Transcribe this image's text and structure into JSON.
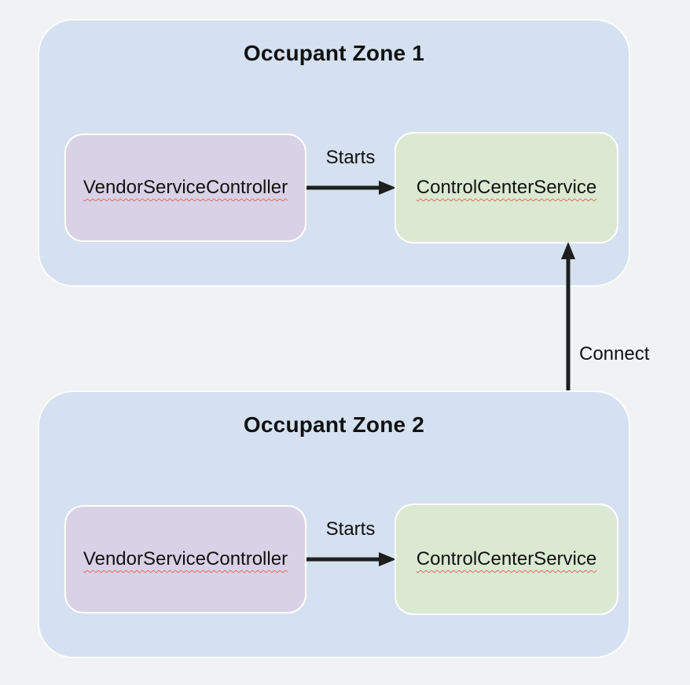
{
  "diagram": {
    "connect_label": "Connect",
    "zones": [
      {
        "title": "Occupant Zone 1",
        "vendor_label": "VendorServiceController",
        "starts_label": "Starts",
        "control_label": "ControlCenterService"
      },
      {
        "title": "Occupant Zone 2",
        "vendor_label": "VendorServiceController",
        "starts_label": "Starts",
        "control_label": "ControlCenterService"
      }
    ],
    "colors": {
      "page_bg": "#f1f2f4",
      "zone_bg": "#d5e1f0",
      "vendor_bg": "#d9d2e6",
      "control_bg": "#dbe9d2",
      "arrow": "#1e1e1e",
      "text": "#111111",
      "spellcheck_underline": "#e06a5e"
    }
  }
}
